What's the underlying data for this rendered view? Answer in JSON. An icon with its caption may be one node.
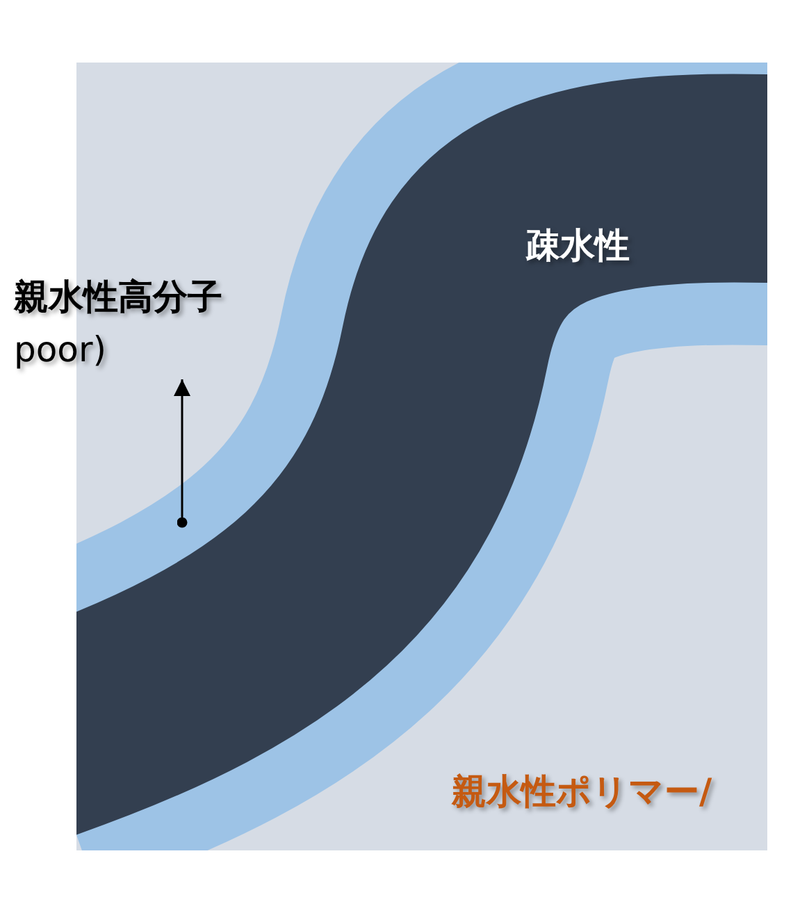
{
  "diagram": {
    "nodes": [
      {
        "text": [
          "親水性高分子",
          "poor)"
        ]
      },
      {
        "text": [],
        "shape": "band"
      }
    ],
    "edges": [
      {
        "from": 1,
        "to": 0,
        "arrow": "to"
      }
    ],
    "labels": [
      "疎水性",
      "親水性ポリマー/"
    ]
  }
}
